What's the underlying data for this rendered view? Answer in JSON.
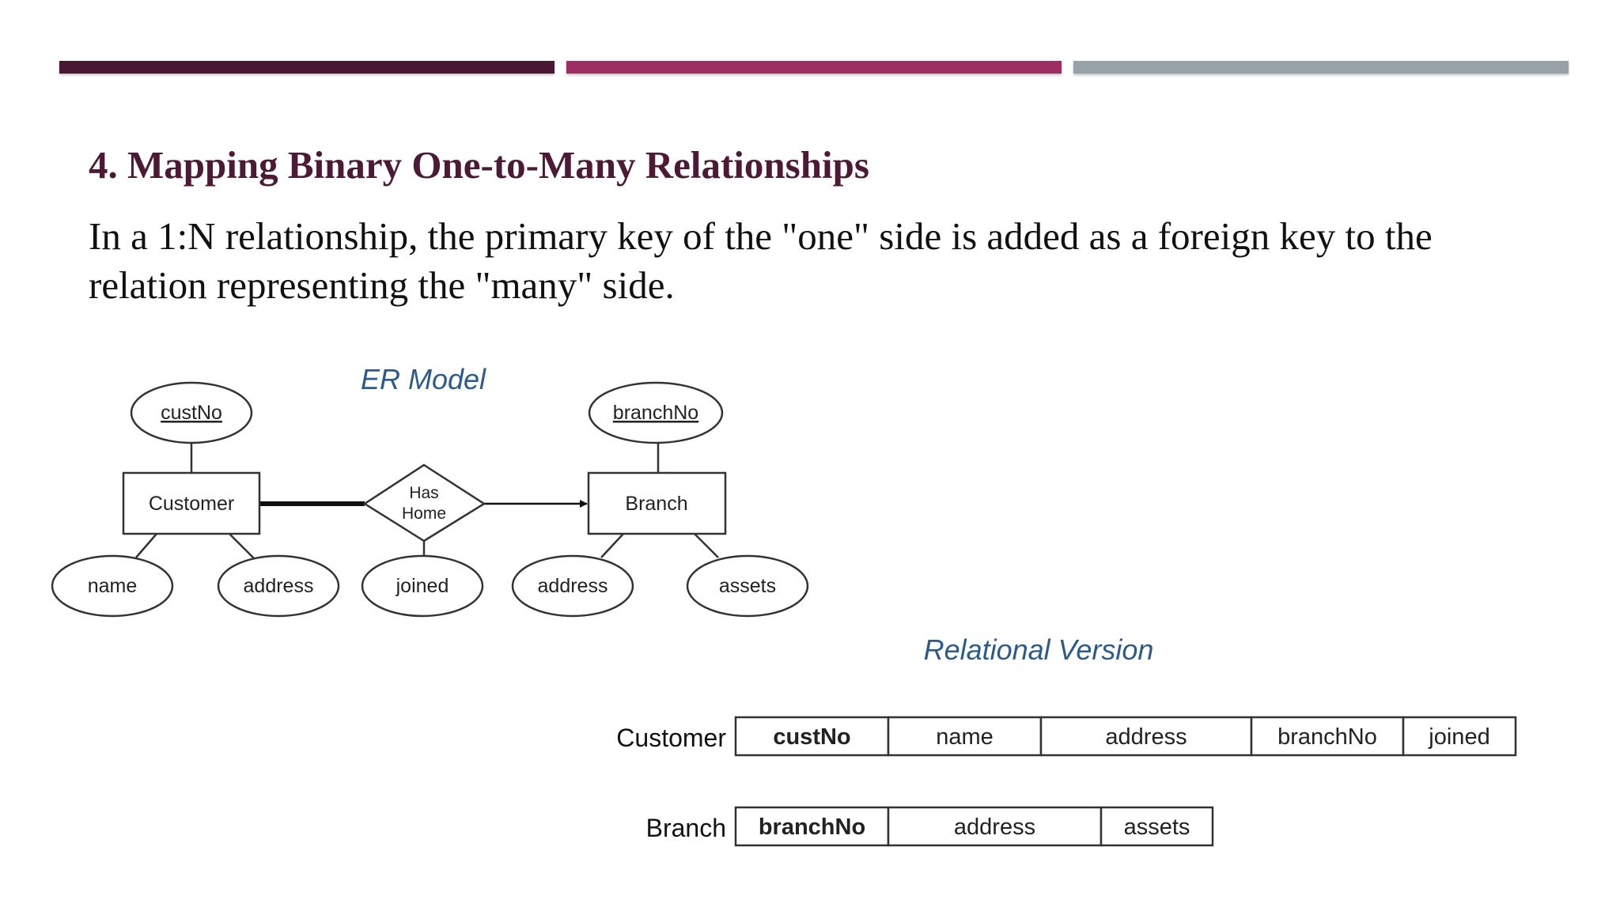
{
  "header_bars": [
    {
      "color": "#4a1733"
    },
    {
      "color": "#9c2e63"
    },
    {
      "color": "#98a2a6"
    }
  ],
  "title": "4. Mapping Binary One-to-Many Relationships",
  "body": "In a 1:N relationship, the primary key of the \"one\" side is added as a foreign key to the relation representing the \"many\" side.",
  "er_model": {
    "caption": "ER Model",
    "customer": {
      "name": "Customer",
      "key": "custNo",
      "attributes": [
        "name",
        "address"
      ]
    },
    "relationship": {
      "line1": "Has",
      "line2": "Home",
      "attribute": "joined"
    },
    "branch": {
      "name": "Branch",
      "key": "branchNo",
      "attributes": [
        "address",
        "assets"
      ]
    }
  },
  "relational": {
    "caption": "Relational Version",
    "customer": {
      "name": "Customer",
      "columns": [
        "custNo",
        "name",
        "address",
        "branchNo",
        "joined"
      ]
    },
    "branch": {
      "name": "Branch",
      "columns": [
        "branchNo",
        "address",
        "assets"
      ]
    },
    "colors": {
      "primary_key": "#c0561a",
      "foreign_key": "#4a8a2a",
      "caption": "#2d5a8c"
    }
  }
}
